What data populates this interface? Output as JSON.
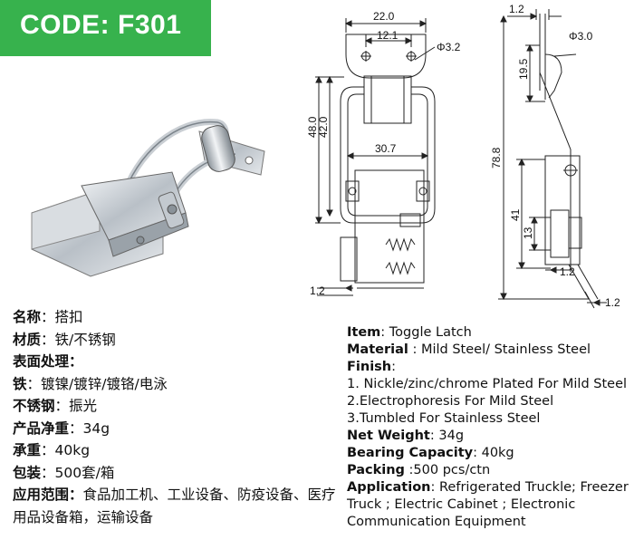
{
  "badge": {
    "code": "CODE: F301",
    "color": "#37b24d"
  },
  "product_image": {
    "icon": "toggle-latch-photo"
  },
  "dimensions": {
    "front": {
      "width": "22.0",
      "hole_spacing": "12.1",
      "hole_dia": "Φ3.2",
      "height_total": "48.0",
      "height_inner": "42.0",
      "span": "30.7",
      "thickness": "1.2"
    },
    "side": {
      "top_thick": "1.2",
      "wire_dia": "Φ3.0",
      "hook": "19.5",
      "total": "78.8",
      "base": "41",
      "spring": "13",
      "plate": "1.2",
      "tip": "1.2"
    }
  },
  "specs_cn": [
    {
      "label": "名称",
      "sep": "：",
      "value": "搭扣"
    },
    {
      "label": "材质",
      "sep": "：",
      "value": "铁/不锈钢"
    },
    {
      "label": "表面处理",
      "sep": "：",
      "value": ""
    },
    {
      "label": "铁",
      "sep": "：",
      "value": "镀镍/镀锌/镀铬/电泳"
    },
    {
      "label": "不锈钢",
      "sep": "：",
      "value": "振光"
    },
    {
      "label": "产品净重",
      "sep": "：",
      "value": "34g"
    },
    {
      "label": "承重",
      "sep": "：",
      "value": "40kg"
    },
    {
      "label": "包装",
      "sep": "：",
      "value": "500套/箱"
    },
    {
      "label": "应用范围",
      "sep": "：",
      "value": "食品加工机、工业设备、防疫设备、医疗用品设备箱，运输设备"
    }
  ],
  "specs_en": {
    "item": {
      "label": "Item",
      "value": ": Toggle Latch"
    },
    "material": {
      "label": "Material",
      "value": " : Mild Steel/ Stainless Steel"
    },
    "finish": {
      "label": "Finish",
      "value": ":"
    },
    "finish_lines": [
      "1. Nickle/zinc/chrome Plated For Mild Steel",
      "2.Electrophoresis For Mild Steel",
      "3.Tumbled For Stainless Steel"
    ],
    "net_weight": {
      "label": "Net Weight",
      "value": ": 34g"
    },
    "bearing": {
      "label": "Bearing Capacity",
      "value": ": 40kg"
    },
    "packing": {
      "label": "Packing",
      "value": " :500 pcs/ctn"
    },
    "application": {
      "label": "Application",
      "value": ": Refrigerated Truckle; Freezer Truck ; Electric Cabinet ; Electronic Communication Equipment"
    }
  }
}
